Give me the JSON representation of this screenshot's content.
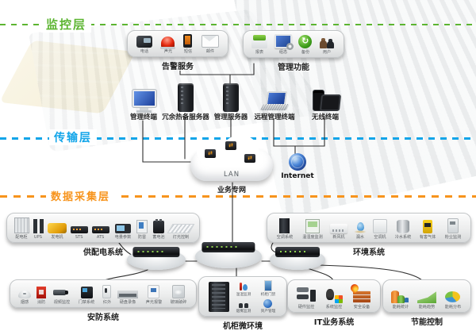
{
  "layers": {
    "monitor": {
      "label": "监控层",
      "color": "#5cb531"
    },
    "transport": {
      "label": "传输层",
      "color": "#12a5e9"
    },
    "collection": {
      "label": "数据采集层",
      "color": "#f7941d"
    }
  },
  "alarm": {
    "caption": "告警服务",
    "items": [
      {
        "label": "电话",
        "icon": "phone-icon"
      },
      {
        "label": "声光",
        "icon": "siren-icon"
      },
      {
        "label": "短信",
        "icon": "sms-icon"
      },
      {
        "label": "邮件",
        "icon": "mail-icon"
      }
    ]
  },
  "manage": {
    "caption": "管理功能",
    "items": [
      {
        "label": "报表",
        "icon": "printer-icon"
      },
      {
        "label": "组态",
        "icon": "config-icon"
      },
      {
        "label": "备份",
        "icon": "refresh-icon"
      },
      {
        "label": "用户",
        "icon": "users-icon"
      }
    ]
  },
  "devices": [
    {
      "label": "管理终端",
      "icon": "desktop-icon"
    },
    {
      "label": "冗余热备服务器",
      "icon": "server-icon"
    },
    {
      "label": "管理服务器",
      "icon": "server-icon"
    },
    {
      "label": "远程管理终端",
      "icon": "laptop-icon"
    },
    {
      "label": "无线终端",
      "icon": "mobile-icon"
    }
  ],
  "network": {
    "lan_label": "LAN",
    "lan_caption": "业务专网",
    "internet_label": "Internet"
  },
  "power": {
    "caption": "供配电系统",
    "items": [
      {
        "label": "配电柜",
        "icon": "power-cabinet-icon"
      },
      {
        "label": "UPS",
        "icon": "ups-icon"
      },
      {
        "label": "发电机",
        "icon": "generator-icon"
      },
      {
        "label": "STS",
        "icon": "sts-icon"
      },
      {
        "label": "ATS",
        "icon": "ats-icon"
      },
      {
        "label": "电量参数",
        "icon": "power-meter-icon"
      },
      {
        "label": "防雷",
        "icon": "surge-icon"
      },
      {
        "label": "蓄电池",
        "icon": "battery-icon"
      },
      {
        "label": "灯光控制",
        "icon": "lighting-icon"
      }
    ]
  },
  "environment": {
    "caption": "环境系统",
    "items": [
      {
        "label": "空调系统",
        "icon": "ac-cabinet-icon"
      },
      {
        "label": "温湿度监测",
        "icon": "th-monitor-icon"
      },
      {
        "label": "新风机",
        "icon": "fresh-air-icon"
      },
      {
        "label": "漏水",
        "icon": "water-leak-icon"
      },
      {
        "label": "空调机",
        "icon": "ac-unit-icon"
      },
      {
        "label": "冷水系统",
        "icon": "cooling-tower-icon"
      },
      {
        "label": "有害气体",
        "icon": "gas-detector-icon"
      },
      {
        "label": "粉尘监测",
        "icon": "dust-monitor-icon"
      }
    ]
  },
  "security": {
    "caption": "安防系统",
    "items": [
      {
        "label": "烟感",
        "icon": "smoke-detector-icon"
      },
      {
        "label": "消防",
        "icon": "fire-alarm-icon"
      },
      {
        "label": "视频监控",
        "icon": "cctv-camera-icon"
      },
      {
        "label": "门禁系统",
        "icon": "access-control-icon"
      },
      {
        "label": "红外",
        "icon": "infrared-icon"
      },
      {
        "label": "硬盘录像",
        "icon": "dvr-icon"
      },
      {
        "label": "声光报警",
        "icon": "alarm-panel-icon"
      },
      {
        "label": "玻璃破碎",
        "icon": "glass-break-icon"
      }
    ]
  },
  "cabinet": {
    "caption": "机柜微环境",
    "minis": [
      {
        "label": "温湿监测",
        "icon": "thermo-mini-icon"
      },
      {
        "label": "机柜门禁",
        "icon": "door-mini-icon"
      },
      {
        "label": "烟雾监测",
        "icon": "smoke-mini-icon"
      },
      {
        "label": "资产管理",
        "icon": "asset-globe-icon"
      }
    ]
  },
  "it": {
    "caption": "IT业务系统",
    "items": [
      {
        "label": "硬件监控",
        "icon": "hardware-icon"
      },
      {
        "label": "系统监控",
        "icon": "os-icon"
      },
      {
        "label": "安全设备",
        "icon": "firewall-icon"
      }
    ]
  },
  "energy": {
    "caption": "节能控制",
    "items": [
      {
        "label": "能耗统计",
        "icon": "bar3d-chart-icon"
      },
      {
        "label": "能耗趋势",
        "icon": "area-chart-icon"
      },
      {
        "label": "能耗分布",
        "icon": "pie-chart-icon"
      }
    ]
  }
}
